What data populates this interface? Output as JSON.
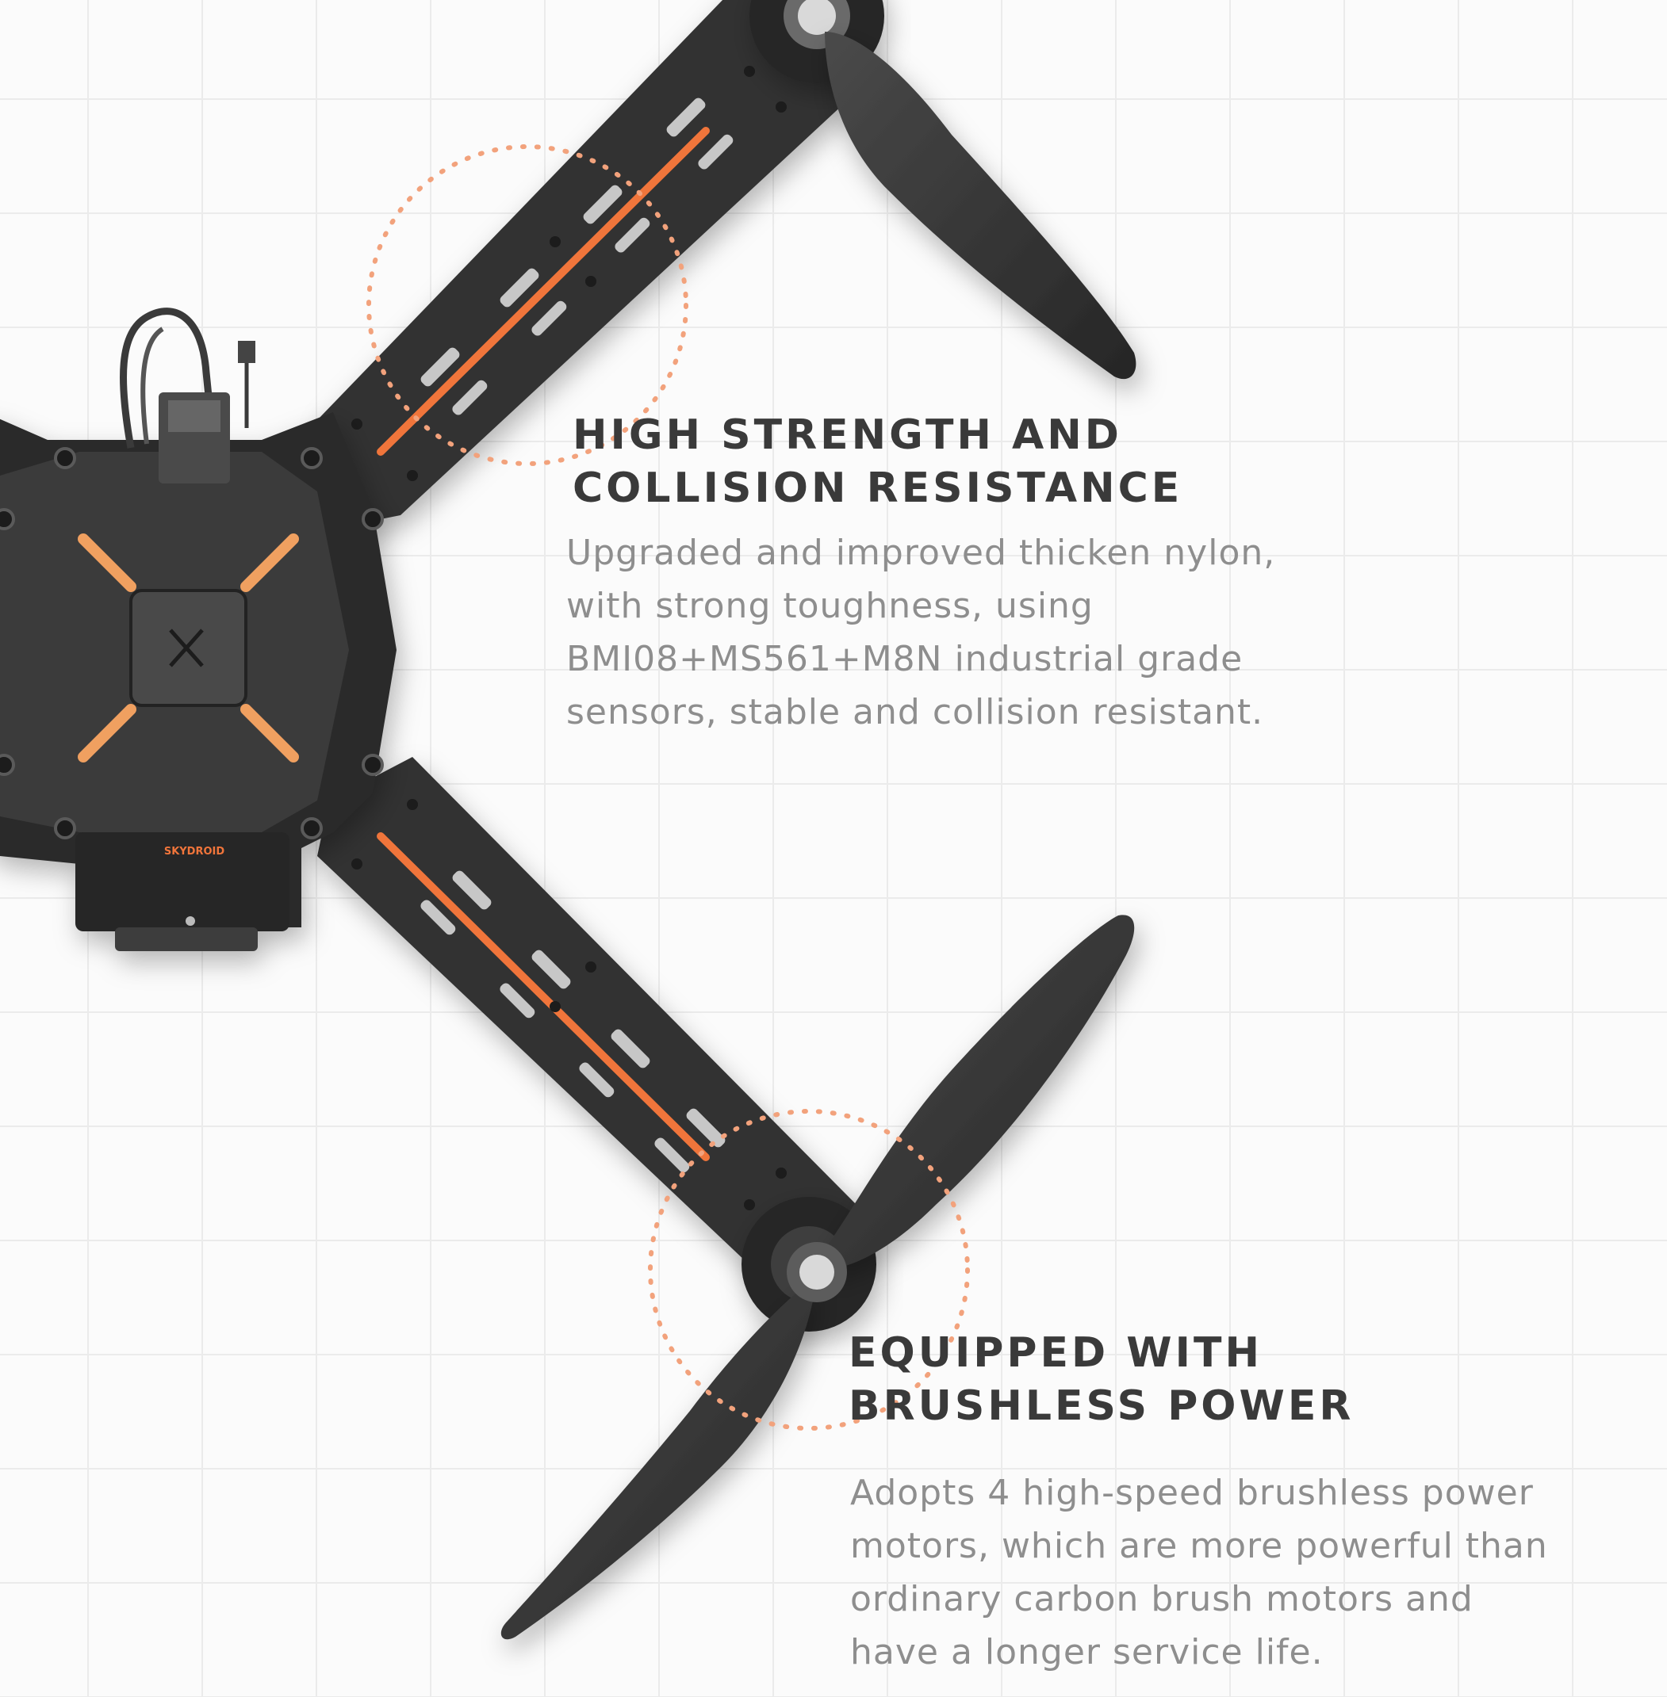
{
  "brand_mark": "SKYDROID",
  "features": [
    {
      "title_lines": [
        "HIGH STRENGTH AND",
        "COLLISION RESISTANCE"
      ],
      "desc_lines": [
        "Upgraded and improved thicken nylon,",
        "with strong toughness, using",
        "BMI08+MS561+M8N industrial grade",
        "sensors, stable and collision resistant."
      ]
    },
    {
      "title_lines": [
        "EQUIPPED WITH",
        "BRUSHLESS POWER"
      ],
      "desc_lines": [
        "Adopts 4 high-speed brushless power",
        "motors, which are more powerful than",
        "ordinary carbon brush motors and",
        "have a longer service life."
      ]
    }
  ],
  "colors": {
    "background": "#fbfbfb",
    "grid": "#ebebeb",
    "drone_body": "#2e2e2e",
    "accent_orange": "#f0743a",
    "callout_dots": "#f2a27c",
    "title": "#3a3a3a",
    "description": "#8e8e8e"
  }
}
